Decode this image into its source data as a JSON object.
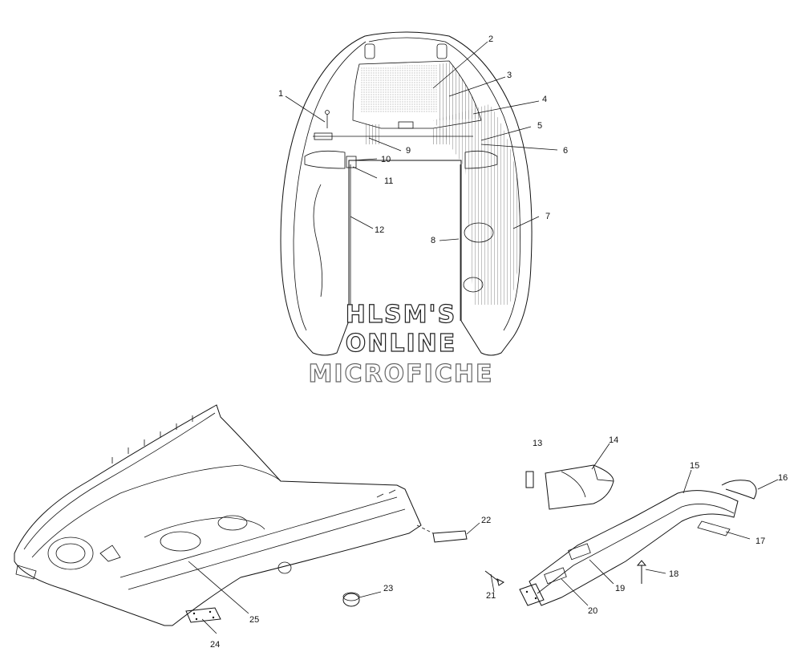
{
  "watermark": {
    "line1": "HLSM'S",
    "line2": "ONLINE",
    "line3": "MICROFICHE"
  },
  "callouts": [
    {
      "id": "c1",
      "label": "1"
    },
    {
      "id": "c2",
      "label": "2"
    },
    {
      "id": "c3",
      "label": "3"
    },
    {
      "id": "c4",
      "label": "4"
    },
    {
      "id": "c5",
      "label": "5"
    },
    {
      "id": "c6",
      "label": "6"
    },
    {
      "id": "c7",
      "label": "7"
    },
    {
      "id": "c8",
      "label": "8"
    },
    {
      "id": "c9",
      "label": "9"
    },
    {
      "id": "c10",
      "label": "10"
    },
    {
      "id": "c11",
      "label": "11"
    },
    {
      "id": "c12",
      "label": "12"
    },
    {
      "id": "c13",
      "label": "13"
    },
    {
      "id": "c14",
      "label": "14"
    },
    {
      "id": "c15",
      "label": "15"
    },
    {
      "id": "c16",
      "label": "16"
    },
    {
      "id": "c17",
      "label": "17"
    },
    {
      "id": "c18",
      "label": "18"
    },
    {
      "id": "c19",
      "label": "19"
    },
    {
      "id": "c20",
      "label": "20"
    },
    {
      "id": "c21",
      "label": "21"
    },
    {
      "id": "c22",
      "label": "22"
    },
    {
      "id": "c23",
      "label": "23"
    },
    {
      "id": "c24",
      "label": "24"
    },
    {
      "id": "c25",
      "label": "25"
    }
  ]
}
